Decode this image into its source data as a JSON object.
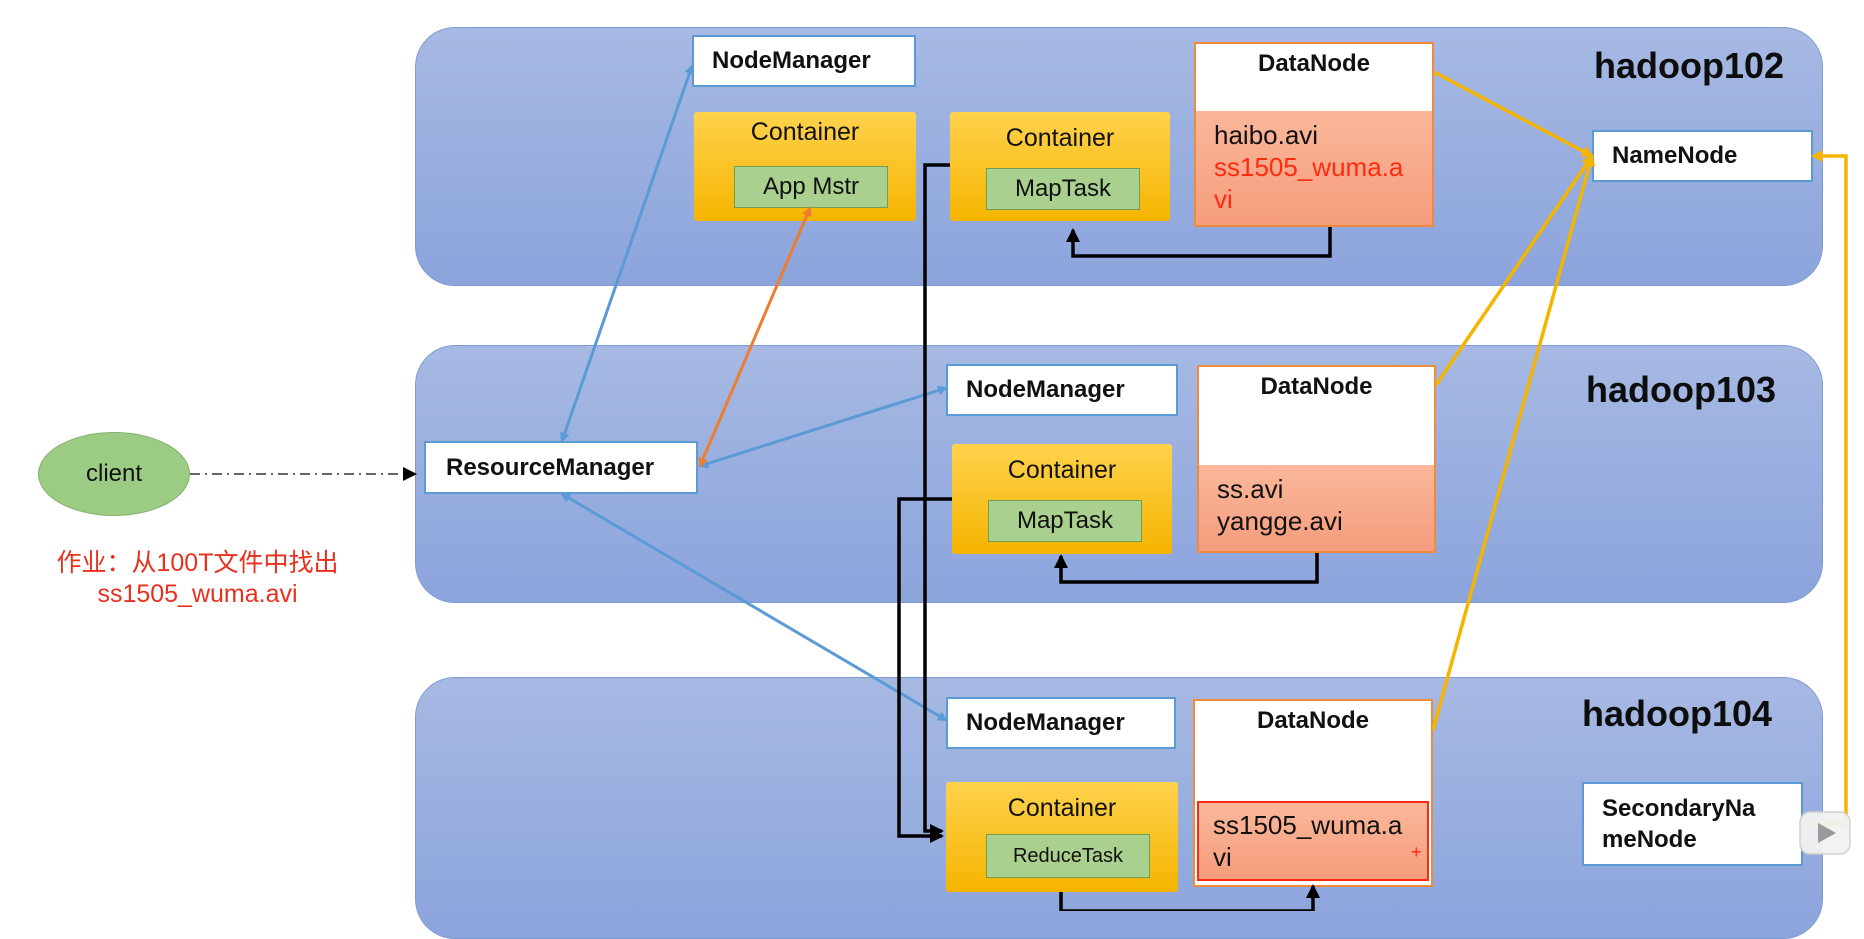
{
  "hosts": {
    "h102": "hadoop102",
    "h103": "hadoop103",
    "h104": "hadoop104"
  },
  "nodes": {
    "namenode": "NameNode",
    "secondary_namenode": "SecondaryNa meNode",
    "resource_manager": "ResourceManager",
    "node_manager": "NodeManager",
    "datanode": "DataNode",
    "container": "Container"
  },
  "tasks": {
    "app_master": "App Mstr",
    "map_task": "MapTask",
    "reduce_task": "ReduceTask"
  },
  "files": {
    "h102": [
      "haibo.avi",
      "ss1505_wuma.a",
      "vi"
    ],
    "h103": [
      "ss.avi",
      "yangge.avi"
    ],
    "h104": [
      "ss1505_wuma.a",
      "vi"
    ]
  },
  "client": {
    "label": "client",
    "job_line1": "作业：从100T文件中找出",
    "job_line2": "ss1505_wuma.avi"
  },
  "colors": {
    "panel": "#8ba4dc",
    "container": "#f5b400",
    "task": "#a9d08e",
    "datanode_border": "#f08a3c",
    "highlight_red": "#ff2a10",
    "arrow_blue": "#5b9bd5",
    "arrow_orange": "#ed7d31",
    "arrow_yellow": "#f5b400"
  },
  "icons": [
    "play-icon"
  ]
}
